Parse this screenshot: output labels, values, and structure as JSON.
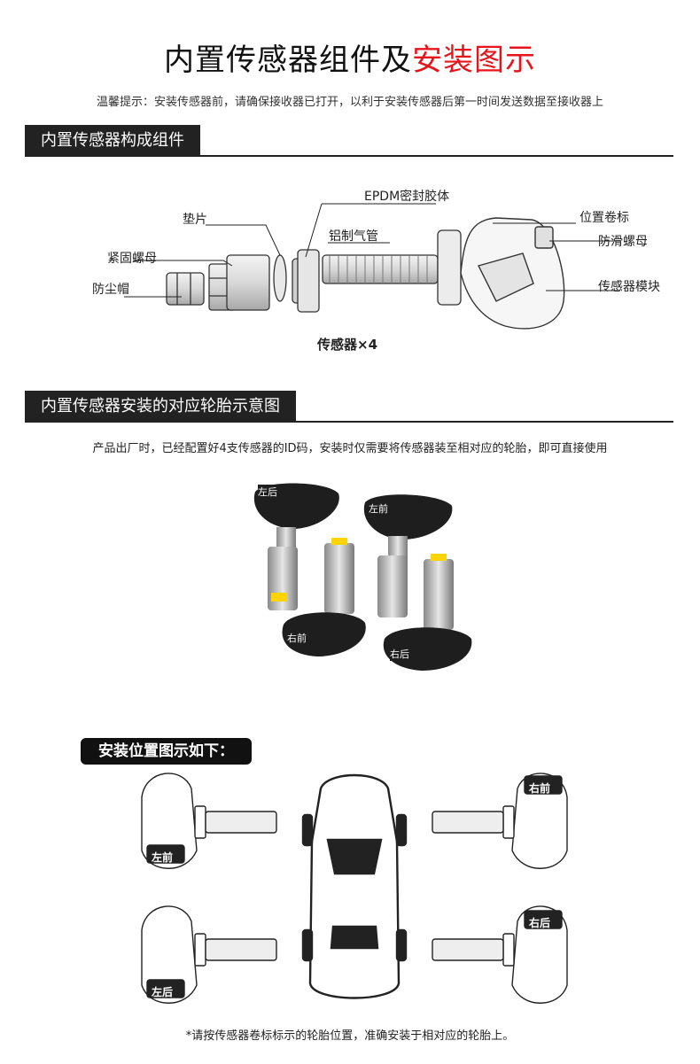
{
  "header": {
    "title_black": "内置传感器组件及",
    "title_red": "安装图示",
    "tip": "温馨提示：安装传感器前，请确保接收器已打开，以利于安装传感器后第一时间发送数据至接收器上"
  },
  "section1": {
    "heading": "内置传感器构成组件",
    "labels": {
      "epdm": "EPDM密封胶体",
      "gasket": "垫片",
      "valve": "铝制气管",
      "position_label": "位置卷标",
      "anti_slip_nut": "防滑螺母",
      "fixing_nut": "紧固螺母",
      "dust_cap": "防尘帽",
      "module": "传感器模块"
    },
    "caption": "传感器×4"
  },
  "section2": {
    "heading": "内置传感器安装的对应轮胎示意图",
    "note": "产品出厂时，已经配置好4支传感器的ID码，安装时仅需要将传感器装至相对应的轮胎，即可直接使用",
    "sensor_tags": [
      "左后",
      "左前",
      "右前",
      "右后"
    ]
  },
  "section3": {
    "heading": "安装位置图示如下：",
    "positions": {
      "left_front": "左前",
      "right_front": "右前",
      "left_rear": "左后",
      "right_rear": "右后"
    },
    "footnote": "*请按传感器卷标标示的轮胎位置，准确安装于相对应的轮胎上。"
  },
  "colors": {
    "accent_red": "#e8141b",
    "bar": "#222222"
  }
}
